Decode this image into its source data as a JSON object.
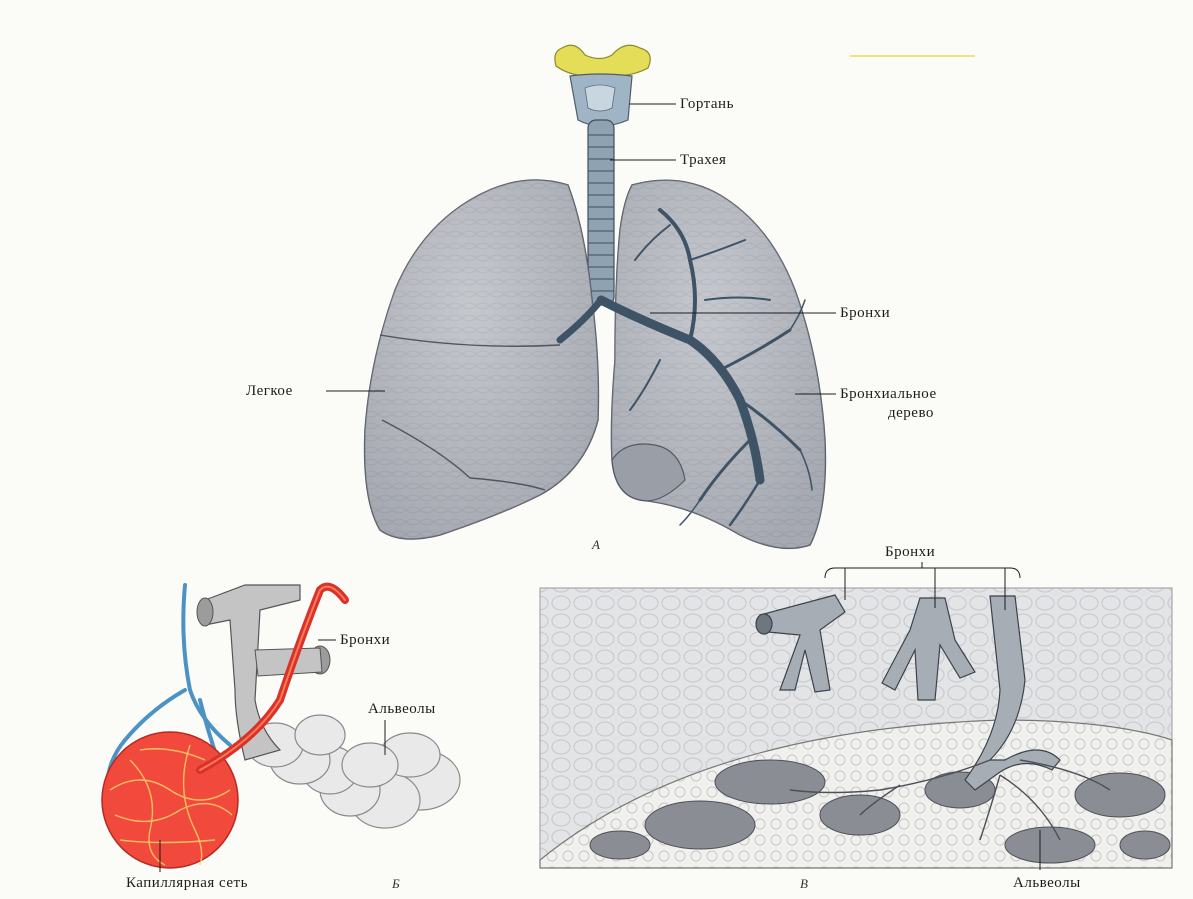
{
  "panel_a": {
    "tag": "А",
    "labels": {
      "larynx": "Гортань",
      "trachea": "Трахея",
      "bronchi": "Бронхи",
      "lung": "Легкое",
      "bronchial_tree_line1": "Бронхиальное",
      "bronchial_tree_line2": "дерево"
    }
  },
  "panel_b": {
    "tag": "Б",
    "labels": {
      "bronchi": "Бронхи",
      "alveoli": "Альвеолы",
      "capillary_net": "Капиллярная сеть"
    }
  },
  "panel_v": {
    "tag": "В",
    "labels": {
      "bronchi": "Бронхи",
      "alveoli": "Альвеолы"
    }
  },
  "colors": {
    "lung": "#b9bcc3",
    "lung_dark": "#7d818b",
    "larynx": "#e4dd57",
    "artery": "#d8322d",
    "vein": "#4c93c4",
    "capillary": "#f1493c"
  }
}
